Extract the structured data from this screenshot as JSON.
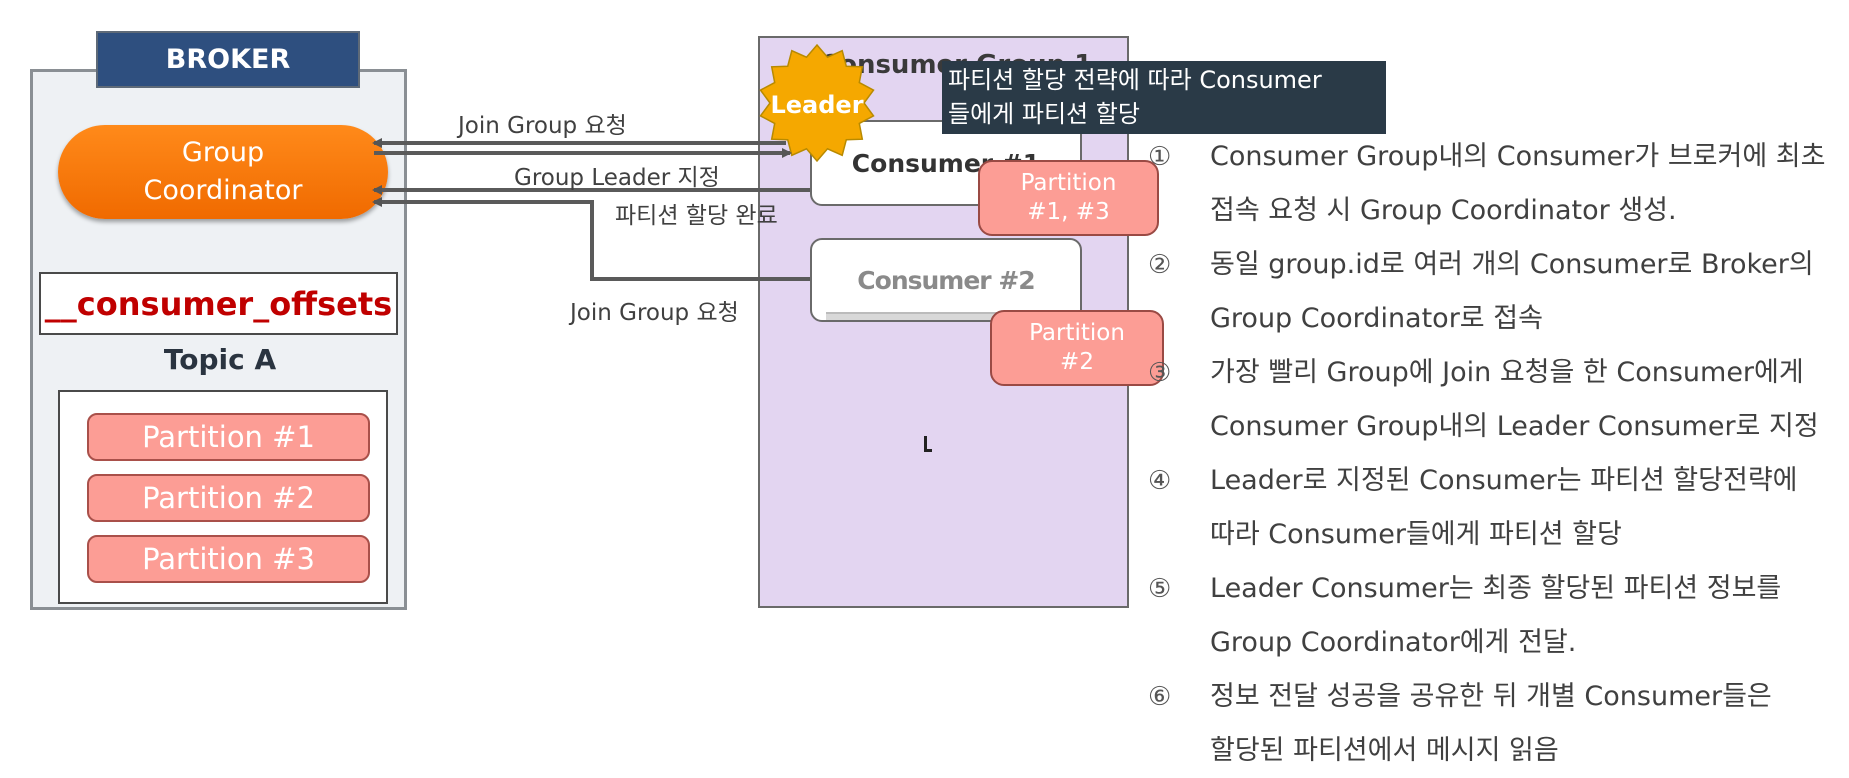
{
  "broker": {
    "title": "BROKER",
    "coordinator_line1": "Group",
    "coordinator_line2": "Coordinator",
    "offsets": "__consumer_offsets",
    "topic": "Topic A",
    "partitions": [
      "Partition #1",
      "Partition #2",
      "Partition #3"
    ]
  },
  "consumer_group": {
    "title": "Consumer Group 1",
    "leader_badge": "Leader",
    "consumer1": "Consumer #1",
    "consumer2": "Consumer #2",
    "consumer1_partition_line1": "Partition",
    "consumer1_partition_line2": "#1, #3",
    "consumer2_partition_line1": "Partition",
    "consumer2_partition_line2": "#2"
  },
  "flows": {
    "join_group_1": "Join Group 요청",
    "group_leader": "Group Leader 지정",
    "assign_done": "파티션 할당 완료",
    "join_group_2": "Join Group 요청"
  },
  "tooltip": {
    "line1": "파티션 할당 전략에 따라 Consumer",
    "line2": "들에게 파티션 할당"
  },
  "steps": [
    {
      "num": "①",
      "line1": "Consumer Group내의 Consumer가 브로커에 최초",
      "line2": "접속 요청 시 Group Coordinator 생성."
    },
    {
      "num": "②",
      "line1": "동일 group.id로 여러 개의 Consumer로 Broker의",
      "line2": "Group Coordinator로 접속"
    },
    {
      "num": "③",
      "line1": "가장 빨리 Group에 Join 요청을 한 Consumer에게",
      "line2": "Consumer Group내의 Leader Consumer로 지정"
    },
    {
      "num": "④",
      "line1": "Leader로 지정된 Consumer는 파티션 할당전략에",
      "line2": "따라 Consumer들에게 파티션 할당"
    },
    {
      "num": "⑤",
      "line1": "Leader Consumer는 최종 할당된 파티션 정보를",
      "line2": "Group Coordinator에게 전달."
    },
    {
      "num": "⑥",
      "line1": "정보 전달 성공을 공유한 뒤 개별 Consumer들은",
      "line2": "할당된 파티션에서 메시지 읽음"
    }
  ],
  "colors": {
    "broker_title_bg": "#2e4f7f",
    "coordinator": "#f47a0c",
    "partition": "#fc9d95",
    "consumer_group_bg": "#e3d5f1",
    "leader_star": "#f5a800",
    "offsets_text": "#c00000"
  }
}
